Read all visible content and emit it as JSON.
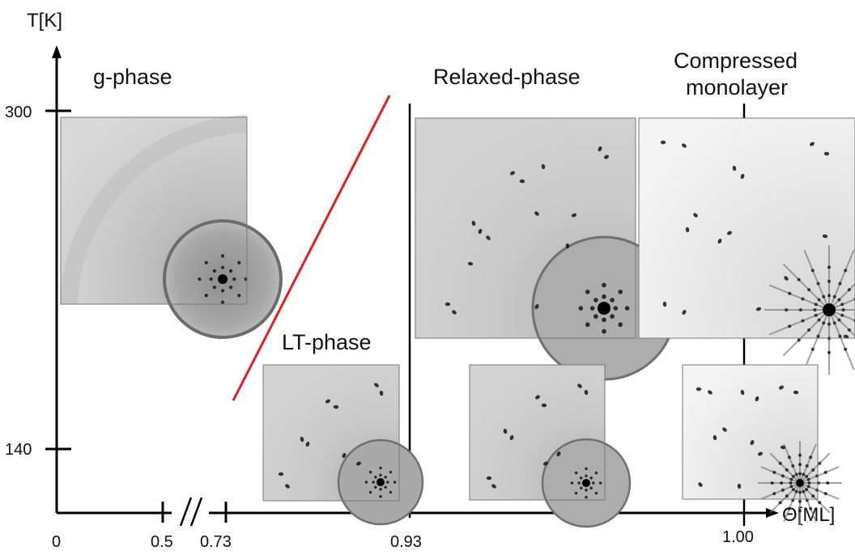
{
  "axes": {
    "y_label": "T[K]",
    "x_label": "Θ[ML]",
    "y_ticks": [
      "300",
      "140"
    ],
    "x_ticks": [
      "0",
      "0.5",
      "0.73",
      "0.93",
      "1.00"
    ],
    "break_mark": "//"
  },
  "phases": {
    "g_phase": "g-phase",
    "lt_phase": "LT-phase",
    "relaxed_phase": "Relaxed-phase",
    "compressed_line1": "Compressed",
    "compressed_line2": "monolayer"
  },
  "colors": {
    "boundary_red": "#e41e1e",
    "axis": "#000000",
    "pattern_background": "#d2d2d2",
    "spot": "#141414"
  },
  "leed_patterns": [
    {
      "name": "g-phase-pattern",
      "style": "diffuse"
    },
    {
      "name": "lt-phase-pattern",
      "style": "spots"
    },
    {
      "name": "relaxed-phase-pattern-large",
      "style": "spots"
    },
    {
      "name": "relaxed-phase-pattern-small",
      "style": "spots"
    },
    {
      "name": "compressed-monolayer-pattern-large",
      "style": "streaks"
    },
    {
      "name": "compressed-monolayer-pattern-small",
      "style": "streaks"
    }
  ]
}
